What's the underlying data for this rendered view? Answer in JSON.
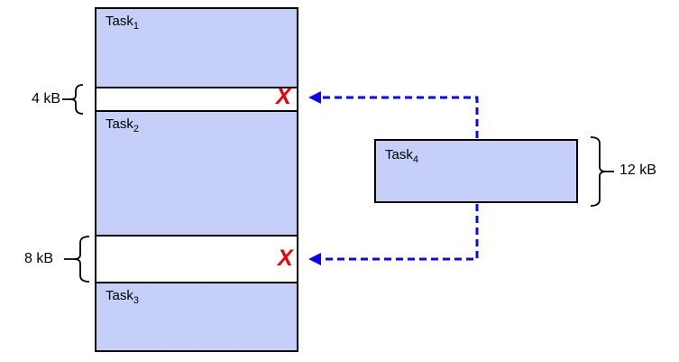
{
  "memory": {
    "blocks": [
      {
        "name": "Task",
        "sub": "1"
      },
      {
        "name": "Task",
        "sub": "2"
      },
      {
        "name": "Task",
        "sub": "3"
      }
    ],
    "gaps": [
      {
        "size": "4 kB",
        "reject_mark": "X"
      },
      {
        "size": "8 kB",
        "reject_mark": "X"
      }
    ]
  },
  "incoming_task": {
    "name": "Task",
    "sub": "4",
    "size": "12 kB"
  },
  "colors": {
    "block_fill": "#c5cff8",
    "arrow_blue": "#0707f0",
    "reject_red": "#ee0000",
    "line_black": "#000000"
  }
}
